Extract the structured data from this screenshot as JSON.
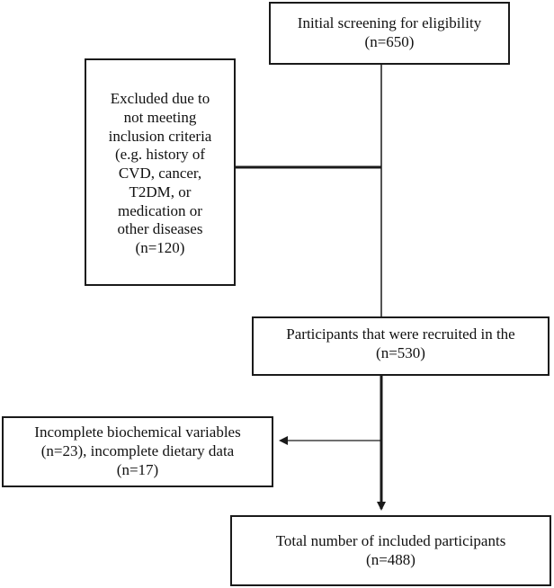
{
  "flowchart": {
    "screening": {
      "lines": [
        "Initial screening for eligibility",
        "(n=650)"
      ]
    },
    "excluded": {
      "lines": [
        "Excluded due to",
        "not meeting",
        "inclusion criteria",
        "(e.g. history of",
        "CVD, cancer,",
        "T2DM, or",
        "medication or",
        "other diseases",
        "(n=120)"
      ]
    },
    "recruited": {
      "lines": [
        "Participants that were recruited in the",
        "(n=530)"
      ]
    },
    "incomplete": {
      "lines": [
        "Incomplete biochemical variables",
        "(n=23), incomplete dietary data",
        "(n=17)"
      ]
    },
    "total": {
      "lines": [
        "Total number of included participants",
        "(n=488)"
      ]
    }
  }
}
